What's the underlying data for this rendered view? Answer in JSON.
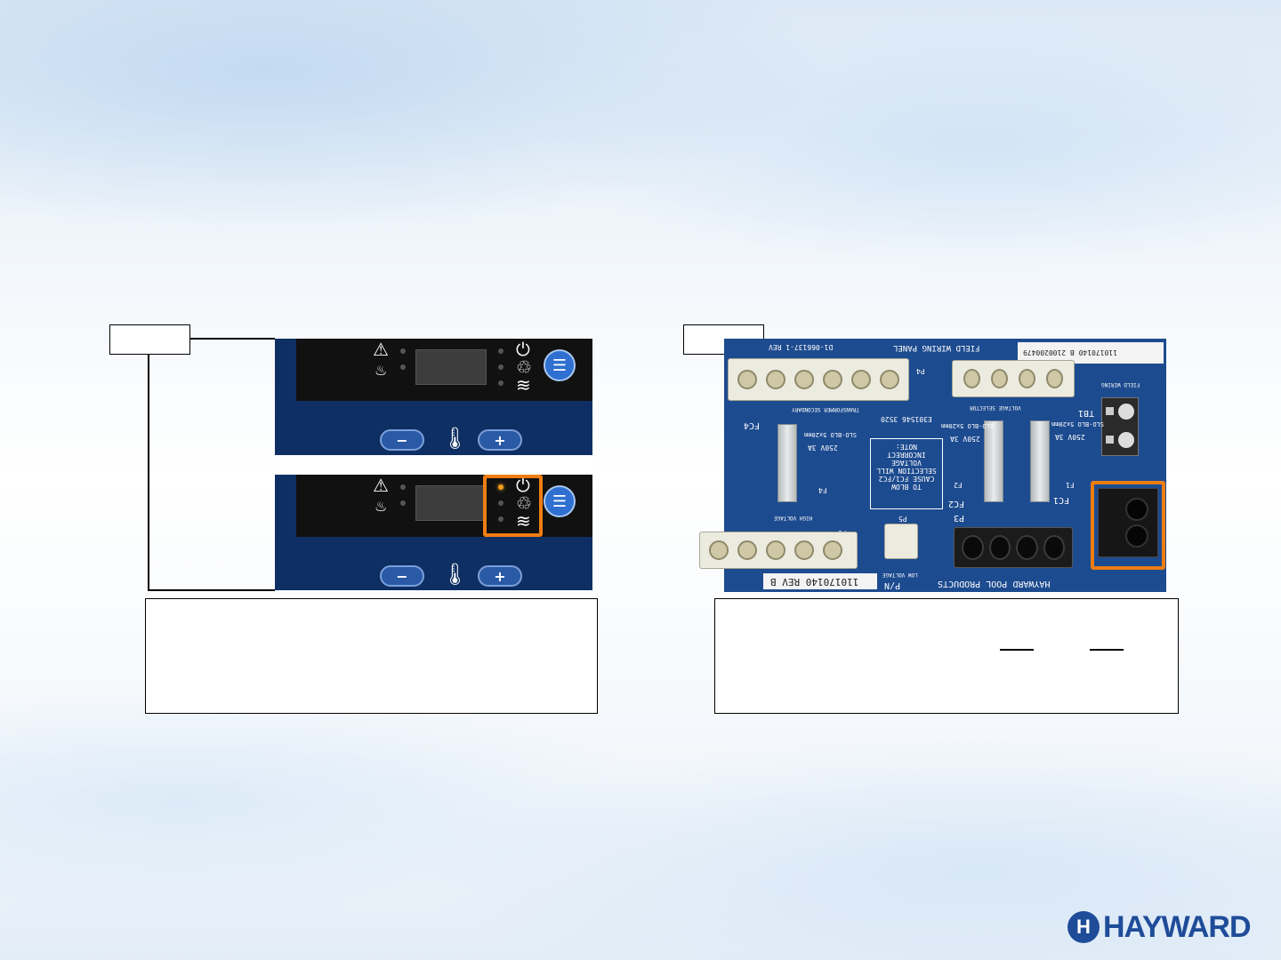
{
  "branding": {
    "logo_text": "HAYWARD",
    "logo_mark": "H"
  },
  "colors": {
    "highlight": "#f07d12",
    "panel_blue": "#0e2f63",
    "board_blue": "#1d4b8f",
    "led_amber": "#f59c1a"
  },
  "control_panel": {
    "icons": [
      "service-warning-icon",
      "flame-icon",
      "power-icon",
      "pump-icon",
      "water-flow-icon",
      "menu-icon",
      "thermometer-icon"
    ],
    "top": {
      "minus_label": "−",
      "plus_label": "+"
    },
    "bottom": {
      "minus_label": "−",
      "plus_label": "+",
      "power_led": "on"
    }
  },
  "wiring_board": {
    "header_left": "D1-066137-1 REV",
    "header_center": "FIELD WIRING PANEL",
    "sticker": "110170140 B 2100200479",
    "part_number": "110170140 REV B",
    "pn_label": "P/N",
    "footer": "HAYWARD POOL PRODUCTS",
    "labels": {
      "p4": "P4",
      "p5": "P5",
      "p6": "P6",
      "p3": "P3",
      "fc4": "FC4",
      "fc2": "FC2",
      "fc1": "FC1",
      "f4": "F4",
      "f2": "F2",
      "f1": "F1",
      "tb1": "TB1",
      "transformer": "TRANSFORMER SECONDARY",
      "voltage_selector": "VOLTAGE SELECTOR",
      "field_wiring": "FIELD WIRING",
      "high_voltage": "HIGH VOLTAGE",
      "low_voltage": "LOW VOLTAGE",
      "fuse_rating": "250V 3A",
      "fuse_type": "SLO-BLO 5x20mm",
      "cert": "E301546 3520",
      "note_title": "NOTE:",
      "note_lines": [
        "INCORRECT",
        "VOLTAGE",
        "SELECTION WILL",
        "CAUSE FC1/FC2",
        "TO BLOW"
      ]
    }
  }
}
